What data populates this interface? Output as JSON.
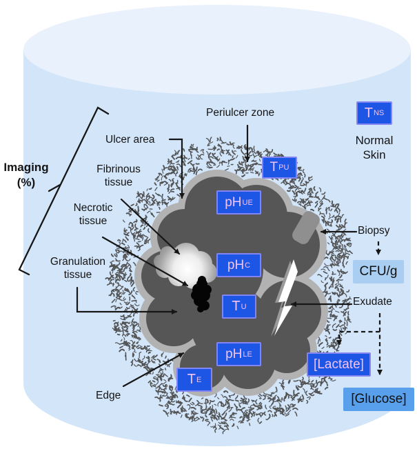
{
  "labels": {
    "imaging": {
      "line1": "Imaging",
      "line2": "(%)"
    },
    "ulcer_area": "Ulcer area",
    "fibrinous": {
      "line1": "Fibrinous",
      "line2": "tissue"
    },
    "necrotic": {
      "line1": "Necrotic",
      "line2": "tissue"
    },
    "granulation": {
      "line1": "Granulation",
      "line2": "tissue"
    },
    "edge": "Edge",
    "periulcer": "Periulcer zone",
    "normal_skin": {
      "line1": "Normal",
      "line2": "Skin"
    },
    "biopsy": "Biopsy",
    "exudate": "Exudate"
  },
  "sensors": {
    "t_ns": {
      "main": "T",
      "sub": "NS"
    },
    "t_pu": {
      "main": "T",
      "sub": "PU"
    },
    "ph_ue": {
      "main": "pH",
      "sub": "UE"
    },
    "ph_c": {
      "main": "pH",
      "sub": "C"
    },
    "t_u": {
      "main": "T",
      "sub": "U"
    },
    "ph_le": {
      "main": "pH",
      "sub": "LE"
    },
    "t_e": {
      "main": "T",
      "sub": "E"
    }
  },
  "callouts": {
    "cfu": "CFU/g",
    "lactate": "[Lactate]",
    "glucose": "[Glucose]"
  },
  "colors": {
    "accent": "#1d56e4",
    "boxBorder": "#8285f2",
    "pinkText": "#f2c3f0",
    "cfuFill": "#a9cef2",
    "glucoseFill": "#58a0ec",
    "cylTop": "#e9f1fc",
    "cylBody": "#d3e5f9",
    "ulcerDark": "#565656",
    "ulcerRim": "#b2b2b2",
    "speckle": "#474747",
    "line": "#161616",
    "flap": "#8f8f8f"
  }
}
